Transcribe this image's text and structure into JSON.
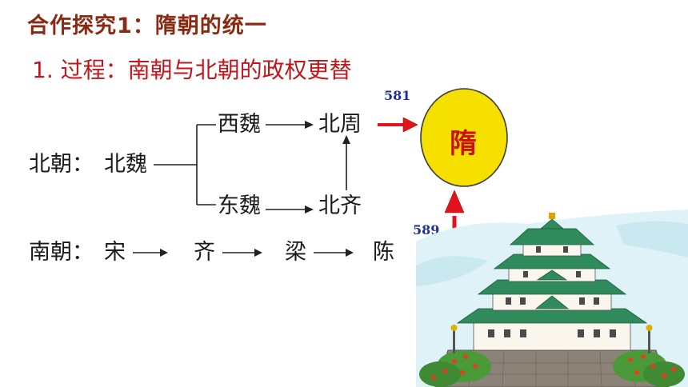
{
  "header": {
    "title": "合作探究1：隋朝的统一",
    "subtitle": "1. 过程：南朝与北朝的政权更替"
  },
  "diagram": {
    "north_label": "北朝：",
    "north_wei": "北魏",
    "west_wei": "西魏",
    "east_wei": "东魏",
    "north_zhou": "北周",
    "north_qi": "北齐",
    "south_label": "南朝：",
    "south_dynasties": [
      "宋",
      "齐",
      "梁",
      "陈"
    ],
    "sui": "隋",
    "year_zhou_to_sui": "581",
    "year_chen_to_sui": "589",
    "colors": {
      "sui_fill": "#f6e000",
      "arrow_red": "#e0141a",
      "year_blue": "#1f2f9a"
    }
  },
  "illustration": {
    "icon": "japanese-castle-illustration"
  }
}
